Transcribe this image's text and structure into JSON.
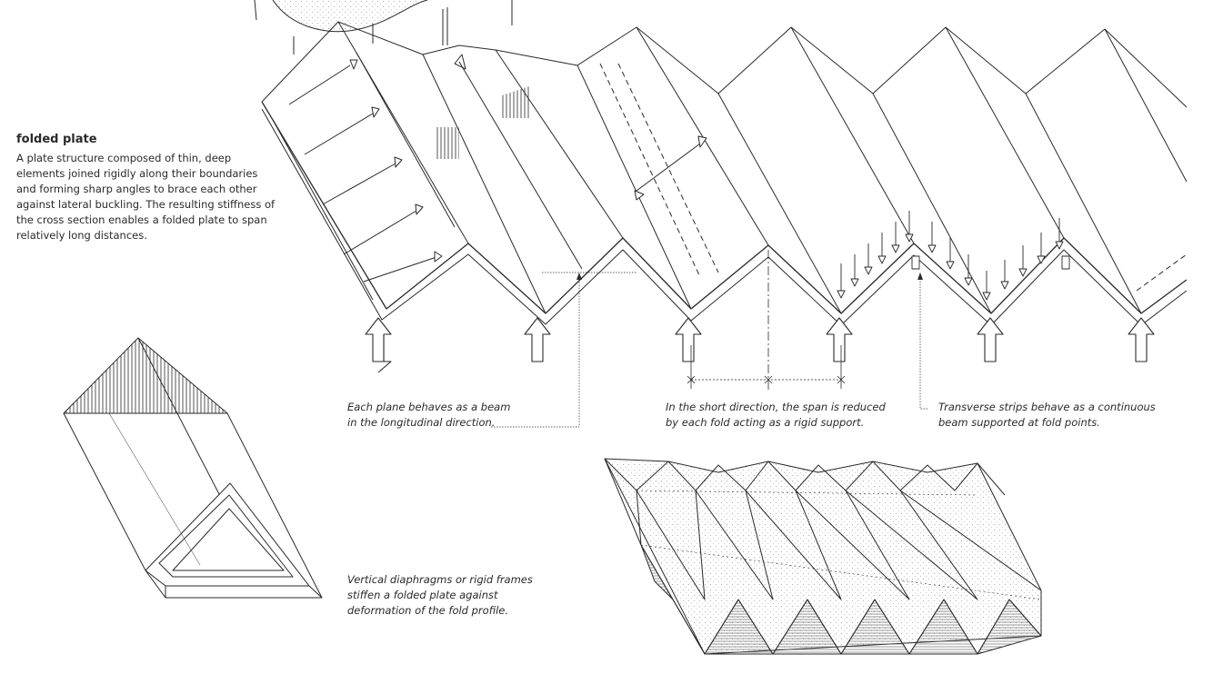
{
  "definition": {
    "term": "folded plate",
    "text": "A plate structure composed of thin, deep elements joined rigidly along their boundaries and forming sharp angles to brace each other against lateral buckling. The resulting stiffness of the cross section enables a folded plate to span relatively long distances."
  },
  "captions": {
    "longitudinal_beam": "Each plane behaves as a beam\nin the longitudinal direction.",
    "short_span": "In the short direction, the span is reduced\nby each fold acting as a rigid support.",
    "transverse_strips": "Transverse strips behave as a continuous\nbeam supported at fold points.",
    "diaphragms": "Vertical diaphragms or rigid frames\nstiffen a folded plate against\ndeformation of the fold profile."
  },
  "colors": {
    "ink": "#2a2a2a",
    "paper": "#ffffff",
    "stipple": "#9a9a9a"
  }
}
